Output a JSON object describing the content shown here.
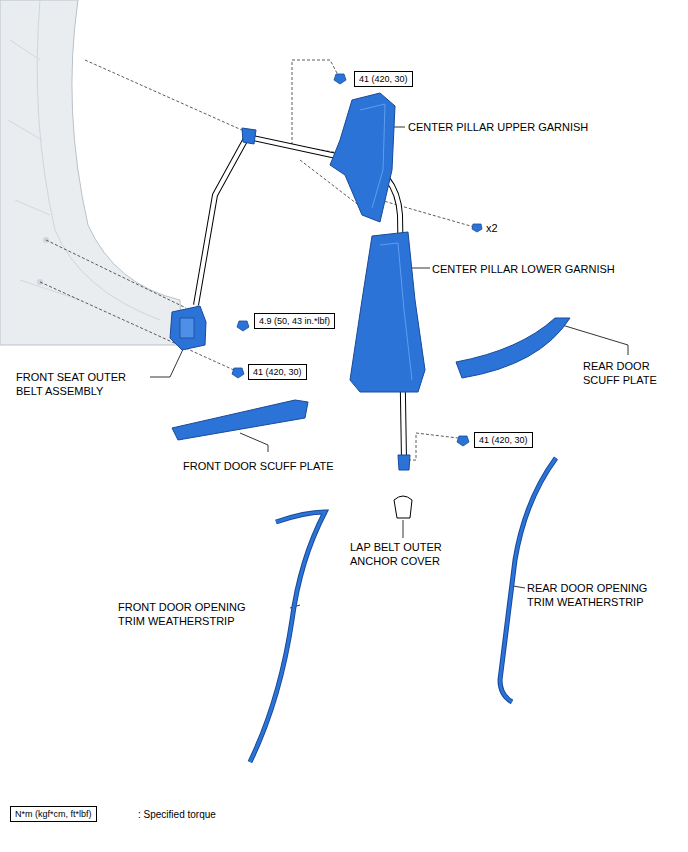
{
  "diagram": {
    "nodes": [
      {
        "text": [
          "41 (420, 30)"
        ]
      },
      {
        "text": [
          "4.9 (50, 43 in.*lbf)"
        ]
      },
      {
        "text": [
          "41 (420, 30)"
        ]
      },
      {
        "text": [
          "41 (420, 30)"
        ]
      },
      {
        "text": [
          "N*m (kgf*cm, ft*lbf)"
        ]
      }
    ],
    "labels": [
      "CENTER PILLAR UPPER GARNISH",
      "x2",
      "CENTER PILLAR LOWER GARNISH",
      "FRONT SEAT OUTER BELT ASSEMBLY",
      "REAR DOOR SCUFF PLATE",
      "FRONT DOOR SCUFF PLATE",
      "LAP BELT OUTER ANCHOR COVER",
      "FRONT DOOR OPENING TRIM WEATHERSTRIP",
      "REAR DOOR OPENING TRIM WEATHERSTRIP"
    ],
    "legend": [
      {
        "text": ": Specified torque"
      }
    ]
  }
}
